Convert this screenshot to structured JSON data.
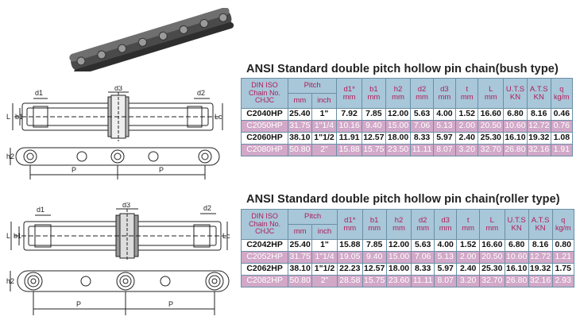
{
  "tables": [
    {
      "title": "ANSI Standard double pitch hollow pin chain(bush type)",
      "header": {
        "chain": "DIN ISO Chain No. CHJC",
        "pitch": "Pitch",
        "mm": "mm",
        "inch": "inch",
        "d1": "d1*",
        "b1": "b1",
        "h2": "h2",
        "d2": "d2",
        "d3": "d3",
        "t": "t",
        "L": "L",
        "uts": "U.T.S",
        "ats": "A.T.S",
        "q": "q",
        "unit_mm": "mm",
        "unit_kn": "KN",
        "unit_kgm": "kg/m"
      },
      "rows": [
        [
          "C2040HP",
          "25.40",
          "1\"",
          "7.92",
          "7.85",
          "12.00",
          "5.63",
          "4.00",
          "1.52",
          "16.60",
          "6.80",
          "8.16",
          "0.46"
        ],
        [
          "C2050HP",
          "31.75",
          "1\"1/4",
          "10.16",
          "9.40",
          "15.00",
          "7.06",
          "5.13",
          "2.00",
          "20.50",
          "10.60",
          "12.72",
          "0.76"
        ],
        [
          "C2060HP",
          "38.10",
          "1\"1/2",
          "11.91",
          "12.57",
          "18.00",
          "8.33",
          "5.97",
          "2.40",
          "25.30",
          "16.10",
          "19.32",
          "1.08"
        ],
        [
          "C2080HP",
          "50.80",
          "2\"",
          "15.88",
          "15.75",
          "23.50",
          "11.11",
          "8.07",
          "3.20",
          "32.70",
          "26.80",
          "32.16",
          "1.91"
        ]
      ]
    },
    {
      "title": "ANSI Standard double pitch hollow pin chain(roller type)",
      "header": {
        "chain": "DIN ISO Chain No. CHJC",
        "pitch": "Pitch",
        "mm": "mm",
        "inch": "inch",
        "d1": "d1*",
        "b1": "b1",
        "h2": "h2",
        "d2": "d2",
        "d3": "d3",
        "t": "t",
        "L": "L",
        "uts": "U.T.S",
        "ats": "A.T.S",
        "q": "q",
        "unit_mm": "mm",
        "unit_kn": "KN",
        "unit_kgm": "kg/m"
      },
      "rows": [
        [
          "C2042HP",
          "25.40",
          "1\"",
          "15.88",
          "7.85",
          "12.00",
          "5.63",
          "4.00",
          "1.52",
          "16.60",
          "6.80",
          "8.16",
          "0.80"
        ],
        [
          "C2052HP",
          "31.75",
          "1\"1/4",
          "19.05",
          "9.40",
          "15.00",
          "7.06",
          "5.13",
          "2.00",
          "20.50",
          "10.60",
          "12.72",
          "1.21"
        ],
        [
          "C2062HP",
          "38.10",
          "1\"1/2",
          "22.23",
          "12.57",
          "18.00",
          "8.33",
          "5.97",
          "2.40",
          "25.30",
          "16.10",
          "19.32",
          "1.75"
        ],
        [
          "C2082HP",
          "50.80",
          "2\"",
          "28.58",
          "15.75",
          "23.60",
          "11.11",
          "8.07",
          "3.20",
          "32.70",
          "26.80",
          "32.16",
          "2.93"
        ]
      ]
    }
  ],
  "drawing_labels": {
    "d1": "d1",
    "d2": "d2",
    "d3": "d3",
    "b1": "b1",
    "L": "L",
    "Lc": "Lc",
    "h2": "h2",
    "P": "P"
  }
}
